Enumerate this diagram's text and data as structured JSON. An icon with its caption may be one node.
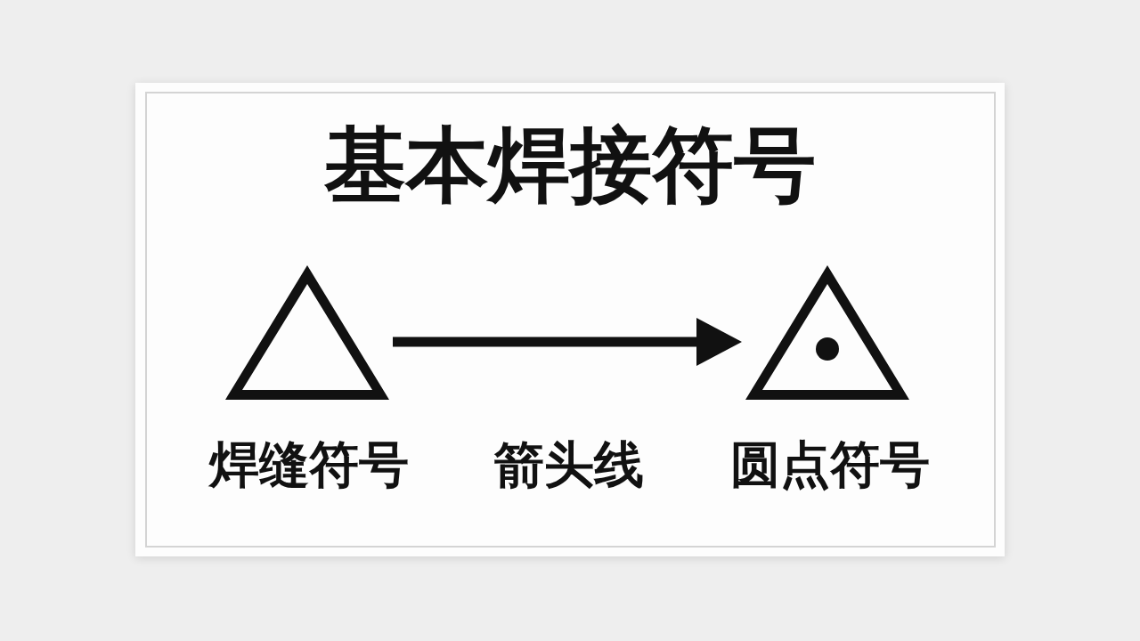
{
  "diagram": {
    "title": "基本焊接符号",
    "nodes": [
      {
        "text": [],
        "shape": "triangle",
        "beside": [
          "焊缝符号"
        ]
      },
      {
        "text": [],
        "shape": "triangle",
        "beside": [
          "圆点符号"
        ]
      }
    ],
    "edges": [
      {
        "from": 0,
        "to": 1,
        "arrow": "to",
        "label": "箭头线"
      }
    ]
  }
}
